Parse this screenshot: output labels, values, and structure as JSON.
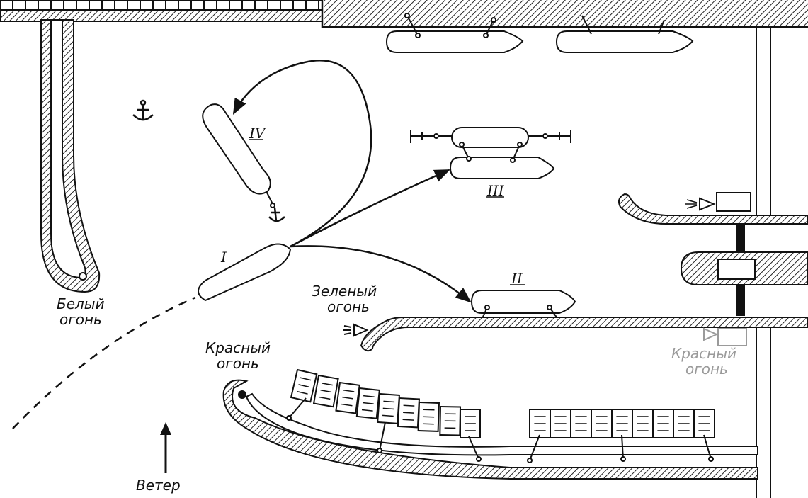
{
  "labels": {
    "white_light": [
      "Белый",
      "огонь"
    ],
    "green_light": [
      "Зеленый",
      "огонь"
    ],
    "red_light": [
      "Красный",
      "огонь"
    ],
    "red_light_faded": [
      "Красный",
      "огонь"
    ],
    "wind": "Ветер"
  },
  "vessels": {
    "v1": "I",
    "v2": "II",
    "v3": "III",
    "v4": "IV"
  },
  "colors": {
    "ink": "#111111",
    "hatch": "#222222",
    "faded": "#9a9a9a"
  }
}
